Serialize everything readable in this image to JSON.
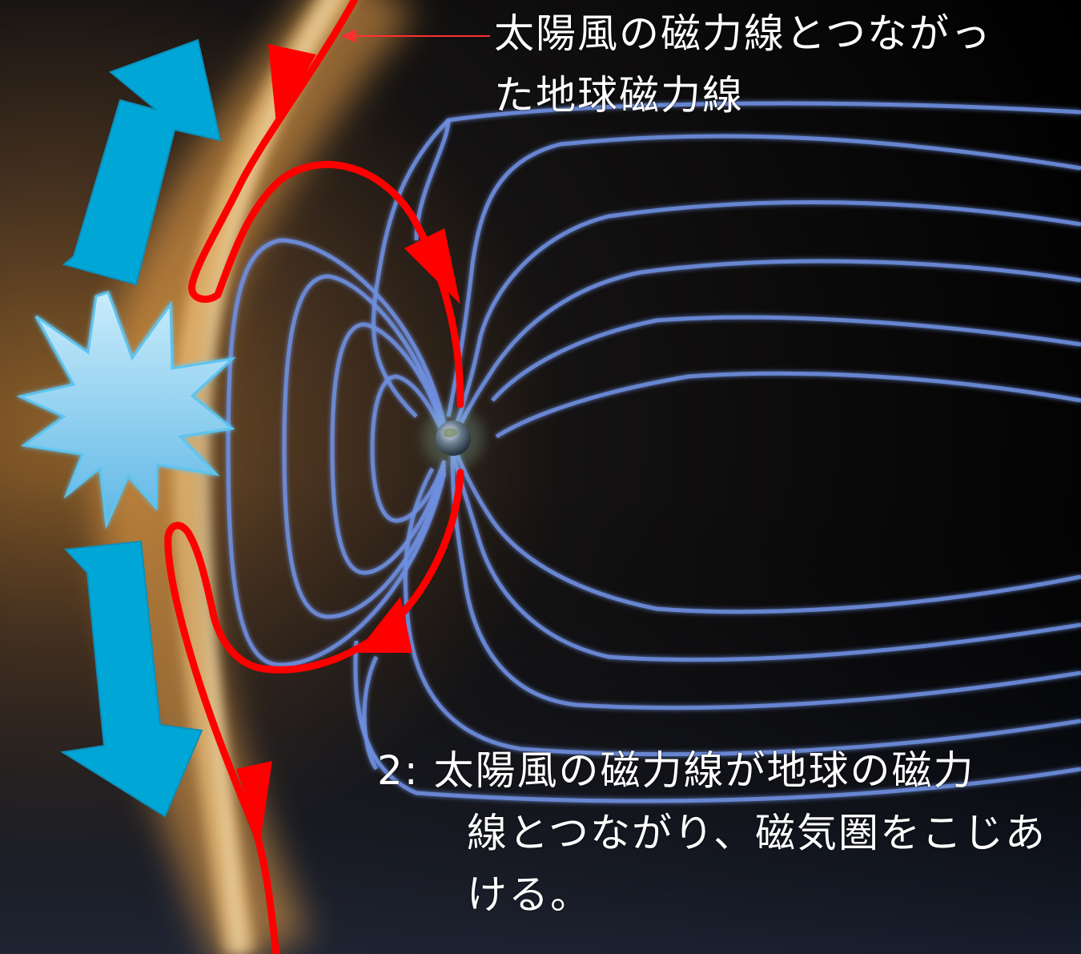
{
  "annotations": {
    "top_label_line1": "太陽風の磁力線とつながっ",
    "top_label_line2": "た地球磁力線",
    "bottom_label_line1": "2: 太陽風の磁力線が地球の磁力",
    "bottom_label_line2": "線とつながり、磁気圏をこじあ",
    "bottom_label_line3": "ける。"
  },
  "colors": {
    "background": "#000000",
    "solar_wind_glow": "#f4b45a",
    "magnetic_field_lines": "#6f8fe0",
    "connected_field_lines": "#ff0000",
    "flow_arrows": "#00a6d6",
    "reconnection_burst": "#8ecff0",
    "text": "#ffffff"
  },
  "icons": {
    "flow_arrow": "cyan-arrow-icon",
    "burst": "reconnection-burst-icon",
    "earth": "earth-icon"
  }
}
